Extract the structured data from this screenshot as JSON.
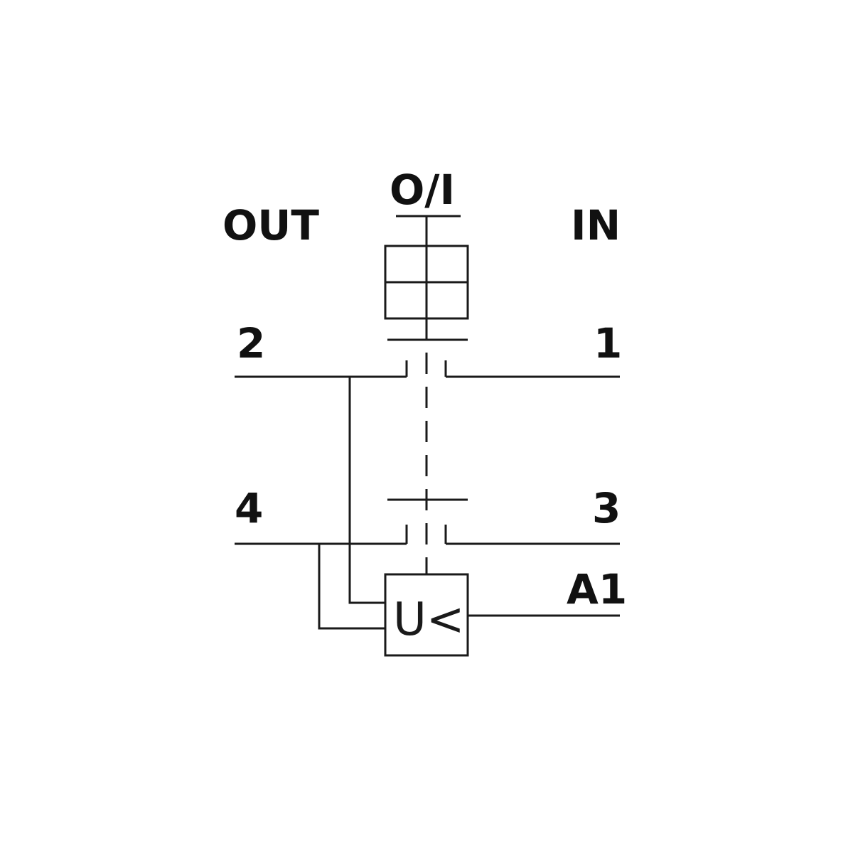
{
  "labels": {
    "switch": "O/I",
    "out": "OUT",
    "in": "IN",
    "terminal_2": "2",
    "terminal_1": "1",
    "terminal_4": "4",
    "terminal_3": "3",
    "terminal_a1": "A1",
    "relay_symbol": "U<"
  },
  "colors": {
    "line": "#1a1a1a",
    "text": "#111111",
    "background": "#ffffff"
  }
}
